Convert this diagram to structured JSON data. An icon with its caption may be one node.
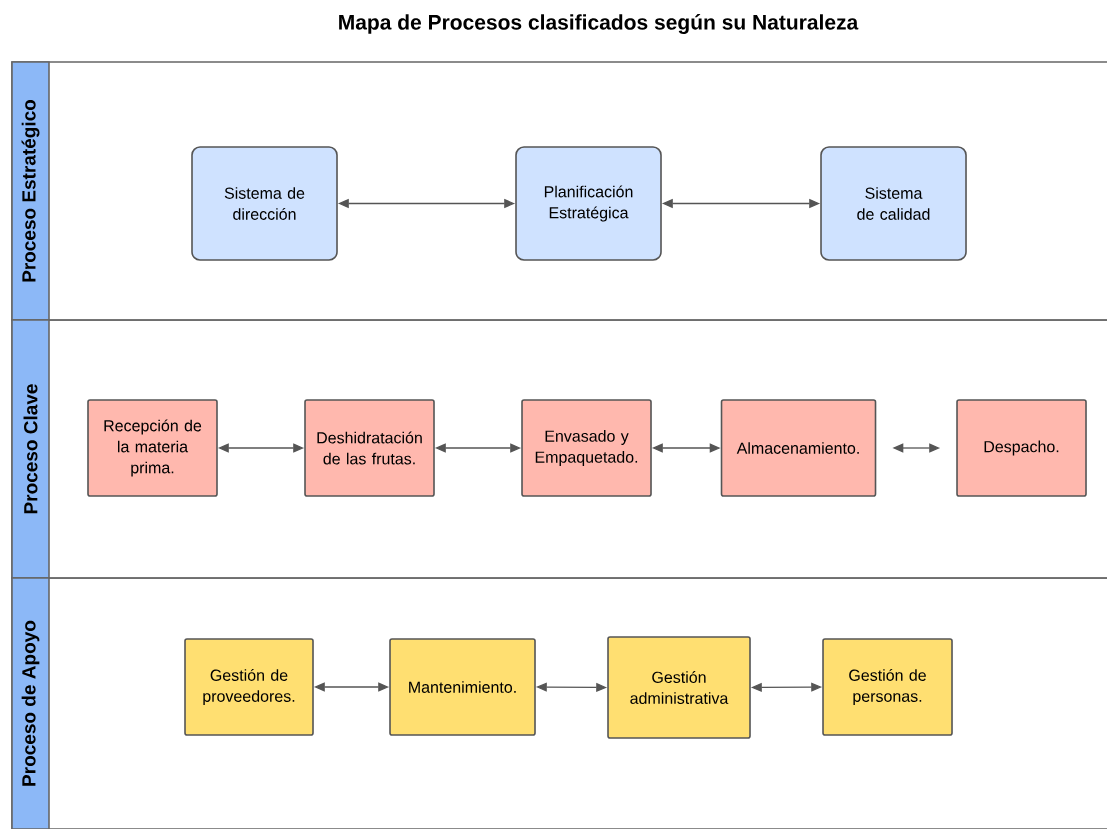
{
  "diagram": {
    "title": "Mapa de Procesos clasificados según su Naturaleza",
    "nodes": [
      {
        "text": [
          "Proceso Estratégico"
        ]
      },
      {
        "text": [
          "Sistema de dirección"
        ],
        "in": 0
      },
      {
        "text": [
          "Planificación Estratégica"
        ],
        "in": 0
      },
      {
        "text": [
          "Sistema de calidad"
        ],
        "in": 0
      },
      {
        "text": [
          "Proceso Clave"
        ]
      },
      {
        "text": [
          "Recepción de la materia prima."
        ],
        "in": 4
      },
      {
        "text": [
          "Deshidratación de las frutas."
        ],
        "in": 4
      },
      {
        "text": [
          "Envasado y Empaquetado."
        ],
        "in": 4
      },
      {
        "text": [
          "Almacenamiento."
        ],
        "in": 4
      },
      {
        "text": [
          "Despacho."
        ],
        "in": 4
      },
      {
        "text": [
          "Proceso de Apoyo"
        ]
      },
      {
        "text": [
          "Gestión de proveedores."
        ],
        "in": 10
      },
      {
        "text": [
          "Mantenimiento."
        ],
        "in": 10
      },
      {
        "text": [
          "Gestión administrativa"
        ],
        "in": 10
      },
      {
        "text": [
          "Gestión de personas."
        ],
        "in": 10
      }
    ],
    "edges": [
      {
        "from": 1,
        "to": 2,
        "arrow": "both"
      },
      {
        "from": 2,
        "to": 3,
        "arrow": "both"
      },
      {
        "from": 5,
        "to": 6,
        "arrow": "both"
      },
      {
        "from": 6,
        "to": 7,
        "arrow": "both"
      },
      {
        "from": 7,
        "to": 8,
        "arrow": "both"
      },
      {
        "from": 8,
        "to": 9,
        "arrow": "both"
      },
      {
        "from": 11,
        "to": 12,
        "arrow": "both"
      },
      {
        "from": 12,
        "to": 13,
        "arrow": "both"
      },
      {
        "from": 13,
        "to": 14,
        "arrow": "both"
      }
    ]
  }
}
